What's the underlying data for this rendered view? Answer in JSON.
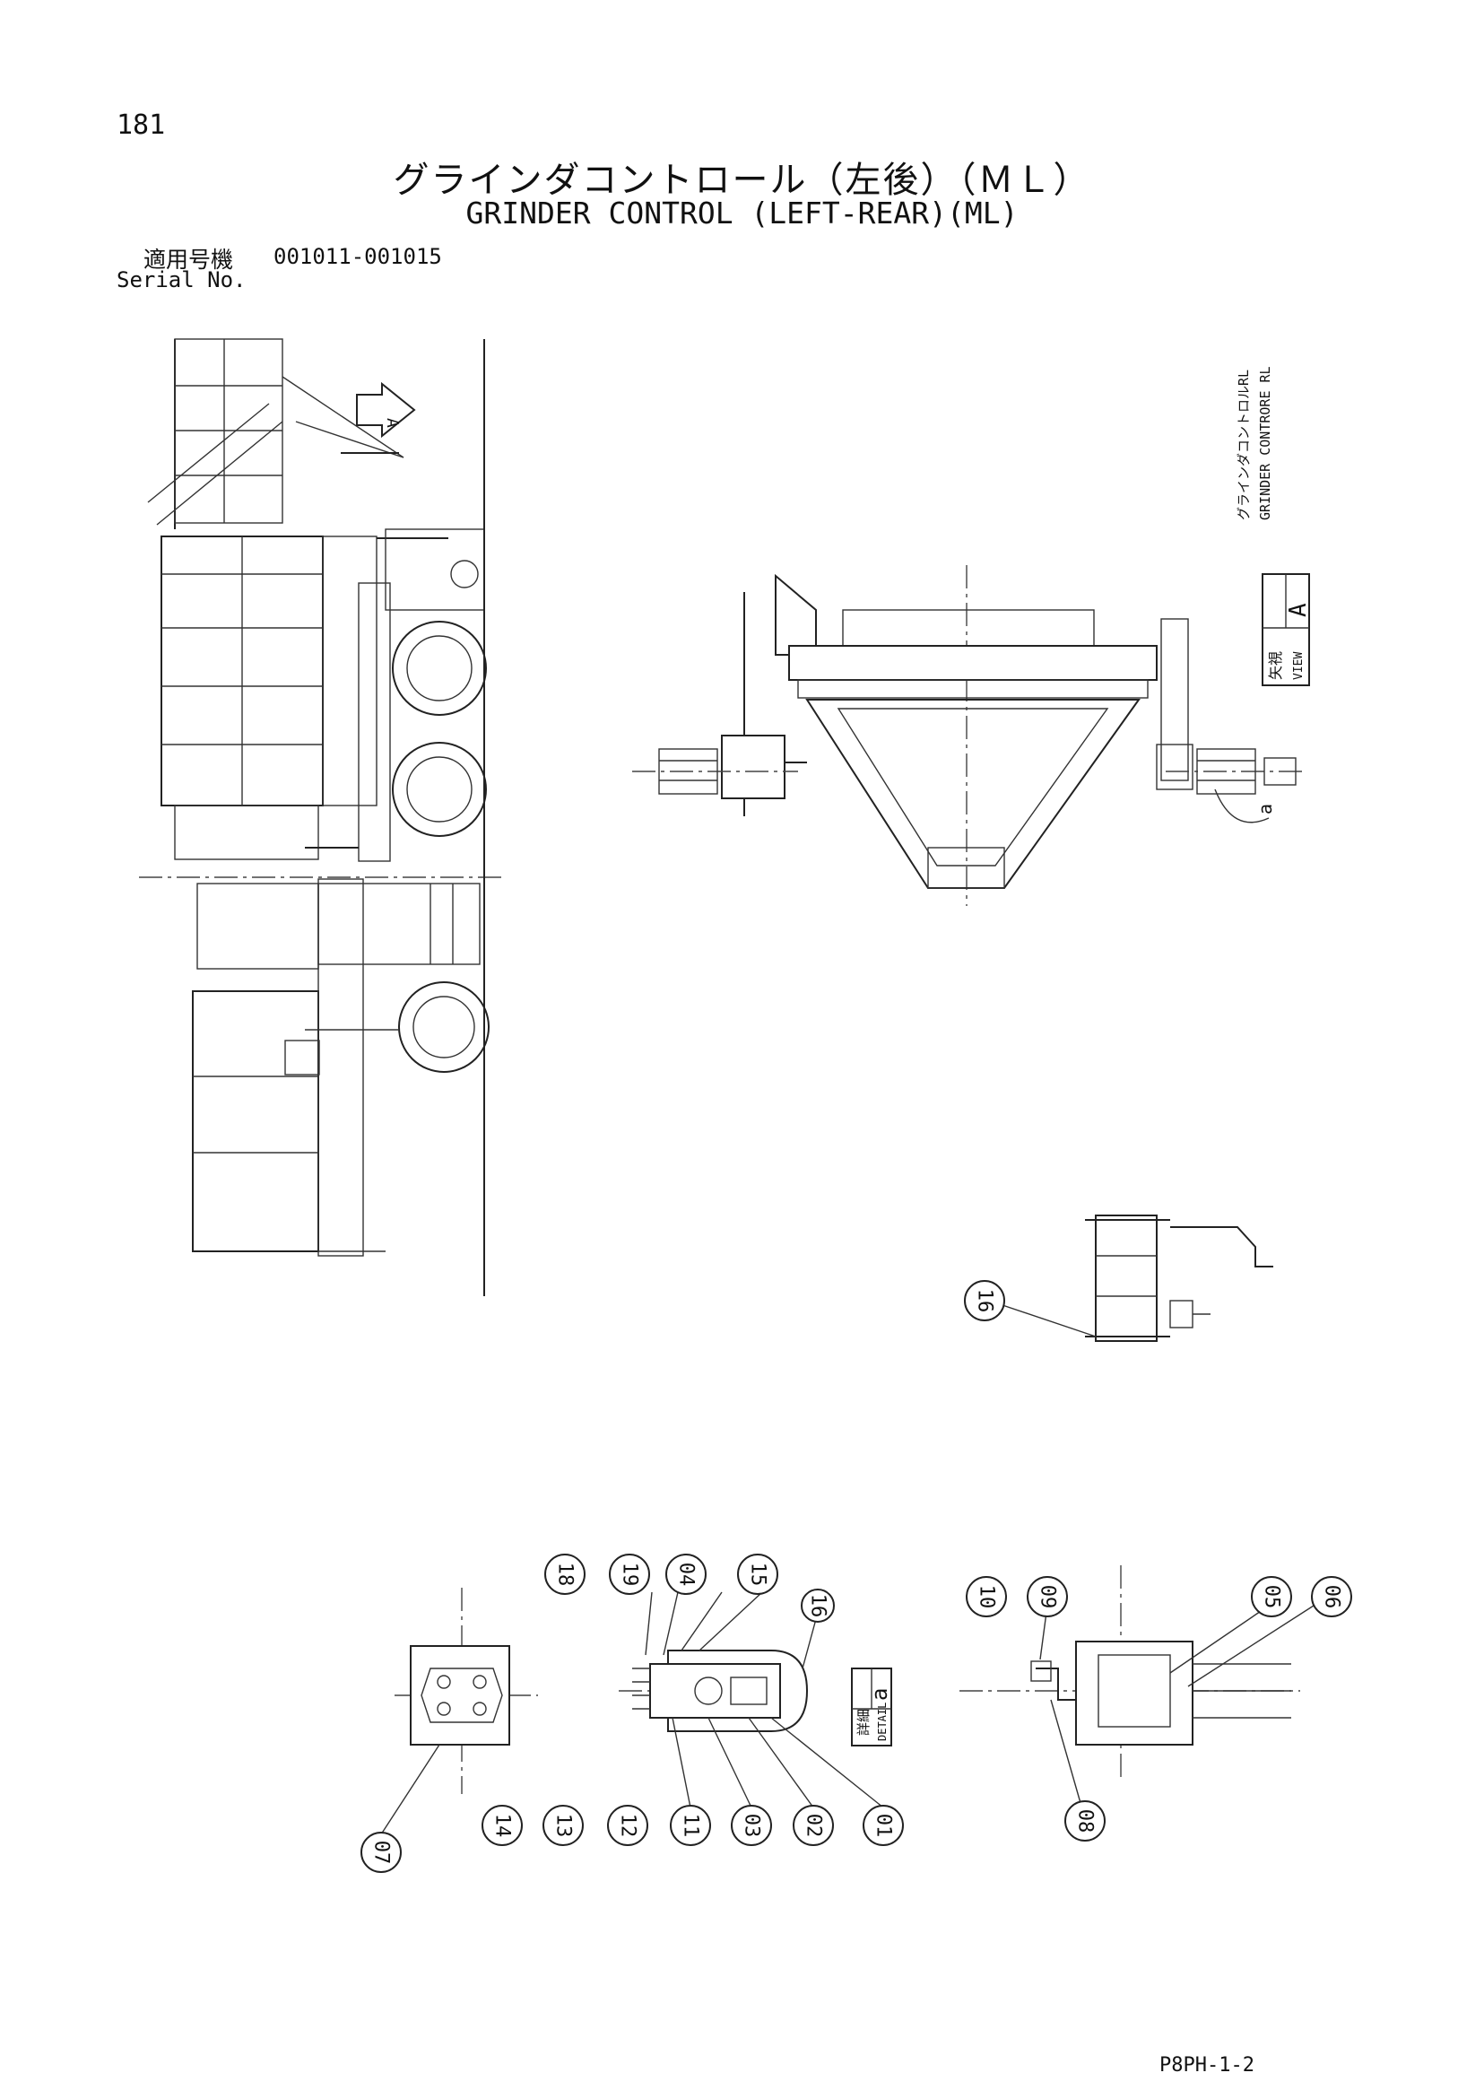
{
  "header": {
    "page_number": "181",
    "title_jp": "グラインダコントロール（左後）（ＭＬ）",
    "title_en": "GRINDER CONTROL (LEFT-REAR)(ML)",
    "serial_label_jp": "適用号機",
    "serial_range": "001011-001015",
    "serial_label_en": "Serial No."
  },
  "annotations": {
    "rotated_label_jp": "グラインダコントロルRL",
    "rotated_label_en": "GRINDER CONTRORE RL",
    "view_jp": "矢視",
    "view_en": "VIEW",
    "view_letter": "A",
    "arrow_letter": "A",
    "detail_jp": "詳細",
    "detail_en": "DETAIL",
    "detail_letter": "a",
    "ref_letter_a": "a"
  },
  "part_callouts": [
    "16",
    "18",
    "19",
    "04",
    "15",
    "16",
    "10",
    "09",
    "05",
    "06",
    "07",
    "14",
    "13",
    "12",
    "11",
    "03",
    "02",
    "01",
    "08"
  ],
  "footer": {
    "doc_code": "P8PH-1-2"
  }
}
